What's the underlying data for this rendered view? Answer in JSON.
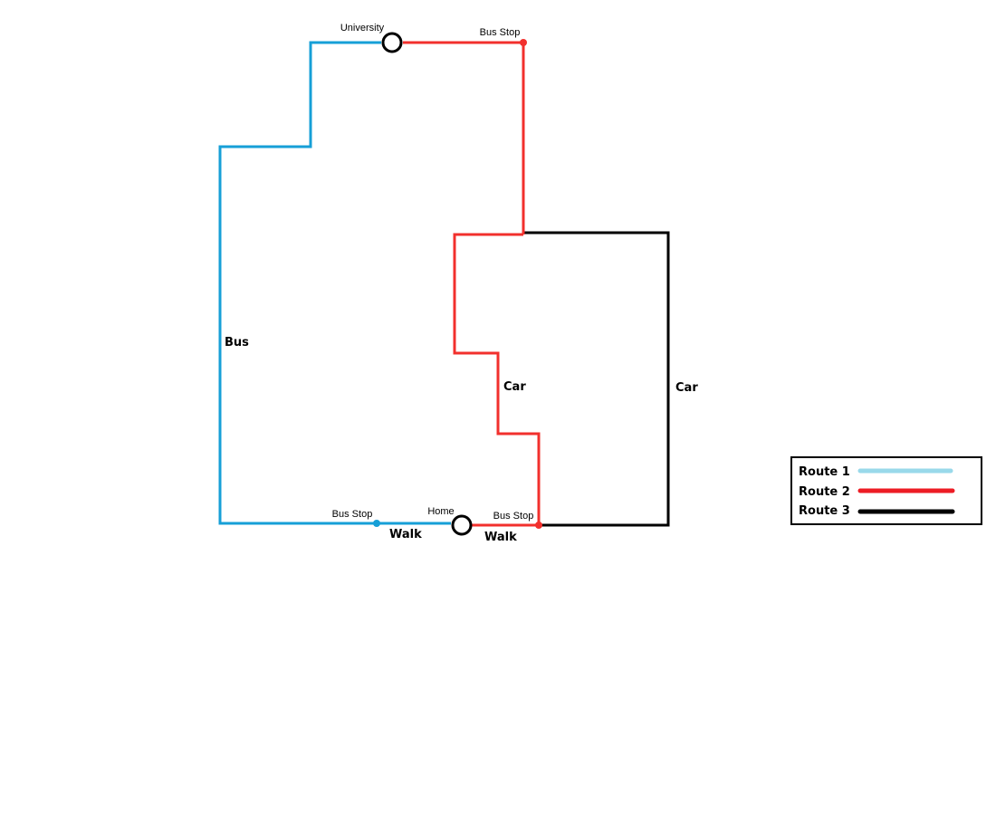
{
  "nodes": {
    "university": "University",
    "home": "Home",
    "bus_stop_top": "Bus Stop",
    "bus_stop_left": "Bus Stop",
    "bus_stop_right": "Bus Stop"
  },
  "mode_labels": {
    "bus": "Bus",
    "car_route2": "Car",
    "car_route3": "Car",
    "walk_route1": "Walk",
    "walk_route2": "Walk"
  },
  "legend": {
    "items": [
      {
        "label": "Route 1",
        "color": "#99d9ea"
      },
      {
        "label": "Route 2",
        "color": "#ed1c24"
      },
      {
        "label": "Route 3",
        "color": "#000000"
      }
    ]
  },
  "colors": {
    "route1": "#169fd7",
    "route2": "#f2302d",
    "route3": "#000000"
  }
}
